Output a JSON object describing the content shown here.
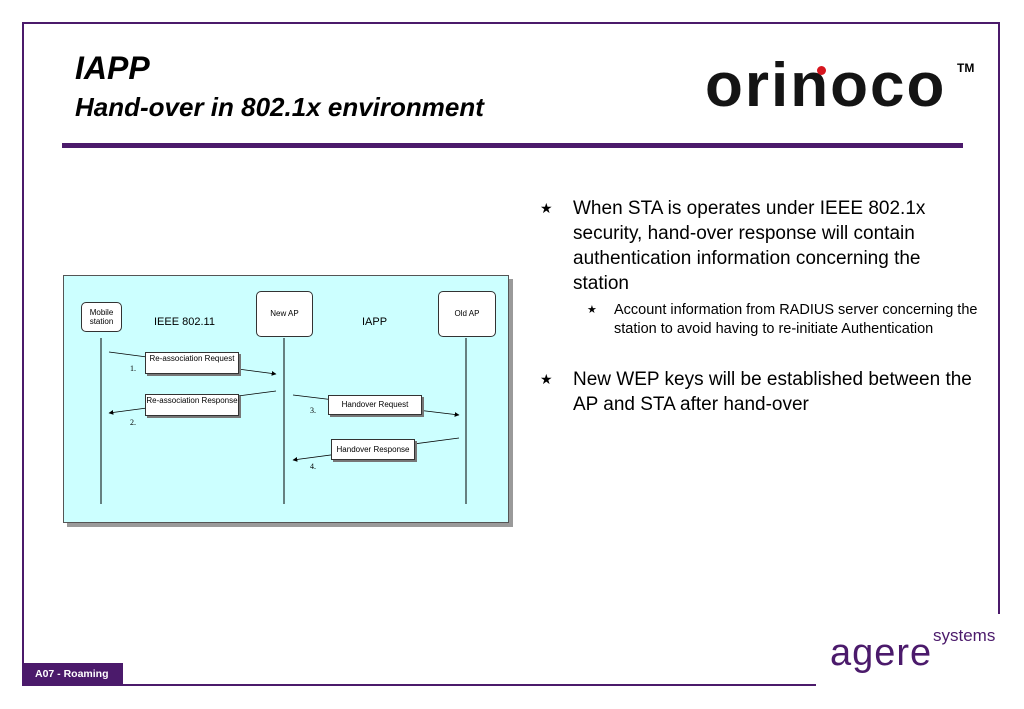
{
  "slide": {
    "title": "IAPP",
    "subtitle": "Hand-over in 802.1x environment",
    "footer": "A07 -  Roaming"
  },
  "logos": {
    "top_right": "orinoco",
    "top_right_tm": "TM",
    "bottom_right_main": "agere",
    "bottom_right_sub": "systems"
  },
  "colors": {
    "accent_purple": "#4b1a6b",
    "diagram_bg": "#ccffff",
    "logo_dot_red": "#d6151e"
  },
  "diagram": {
    "nodes": {
      "mobile_station": "Mobile station",
      "new_ap": "New AP",
      "old_ap": "Old AP"
    },
    "protocols": {
      "left": "IEEE 802.11",
      "right": "IAPP"
    },
    "messages": {
      "reassoc_request": "Re-association Request",
      "reassoc_response": "Re-association Response",
      "handover_request": "Handover Request",
      "handover_response": "Handover Response"
    },
    "steps": {
      "s1": "1.",
      "s2": "2.",
      "s3": "3.",
      "s4": "4."
    }
  },
  "bullets": {
    "b1": "When STA is operates under IEEE 802.1x security, hand-over response will contain authentication information concerning the station",
    "b1_sub": "Account information from RADIUS server concerning the station to avoid having to re-initiate Authentication",
    "b2": "New WEP keys will be established between the AP and STA after hand-over"
  }
}
